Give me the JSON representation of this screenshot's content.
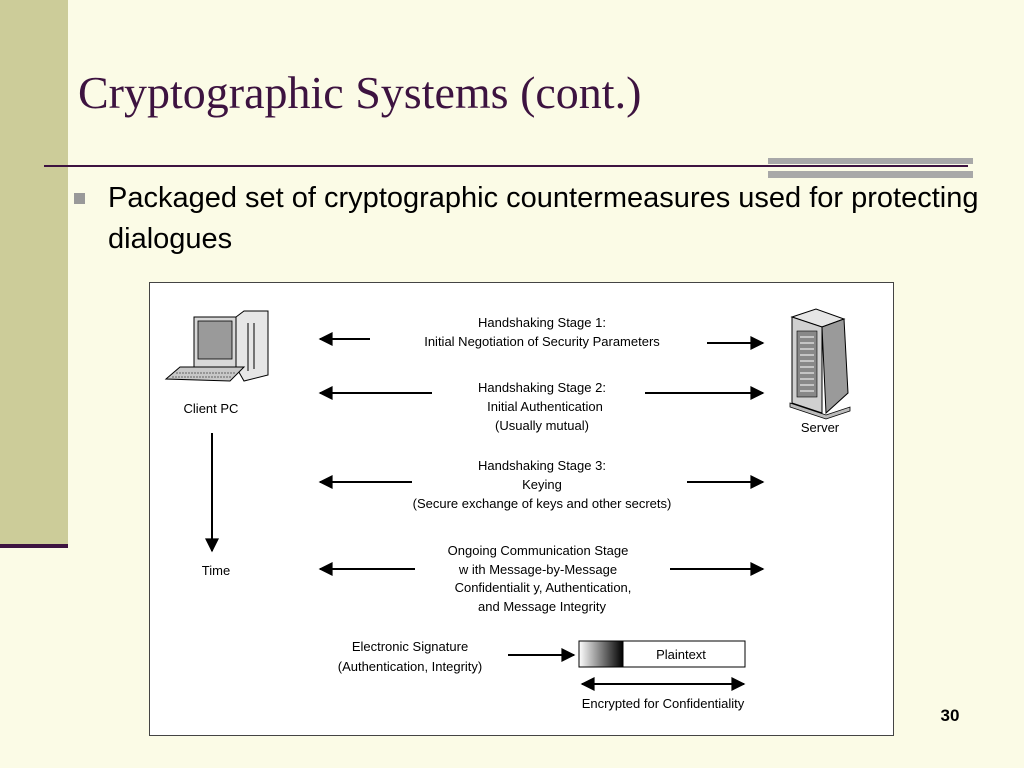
{
  "slide": {
    "title": "Cryptographic Systems (cont.)",
    "bullet": "Packaged set of cryptographic countermeasures used for protecting dialogues",
    "page_number": "30"
  },
  "diagram": {
    "client_label": "Client PC",
    "server_label": "Server",
    "time_label": "Time",
    "stage1": {
      "line1": "Handshaking Stage 1:",
      "line2": "Initial Negotiation of Security Parameters"
    },
    "stage2": {
      "line1": "Handshaking Stage 2:",
      "line2": "Initial  Authentication",
      "line3": "(Usually mutual)"
    },
    "stage3": {
      "line1": "Handshaking Stage 3:",
      "line2": "Keying",
      "line3": "(Secure exchange of keys and other secrets)"
    },
    "ongoing": {
      "line1": "Ongoing Communication Stage",
      "line2": "w ith Message-by-Message",
      "line3": "Confidentialit  y, Authentication,",
      "line4": "and Message Integrity"
    },
    "signature": {
      "line1": "Electronic Signature",
      "line2": "(Authentication, Integrity)"
    },
    "plaintext_label": "Plaintext",
    "encrypted_label": "Encrypted for Confidentiality"
  }
}
